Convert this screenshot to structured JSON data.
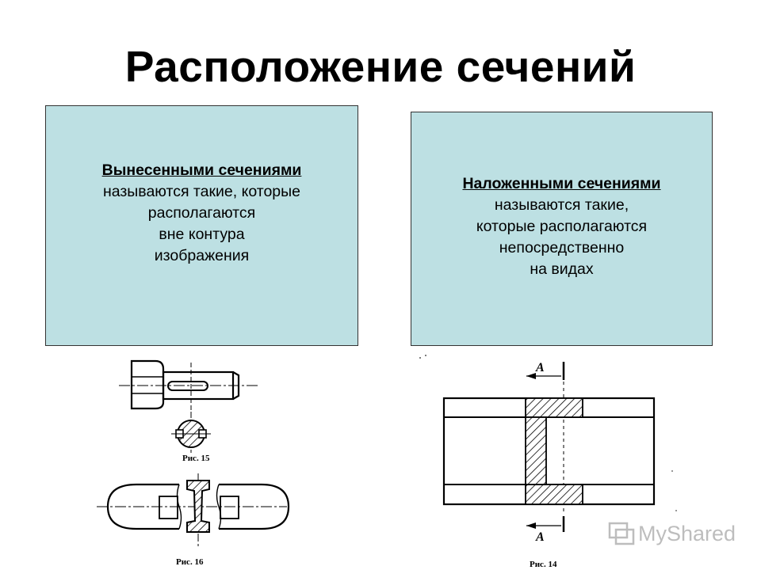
{
  "title": "Расположение сечений",
  "left_box": {
    "term": "Вынесенными  сечениями",
    "lines": [
      "называются такие, которые",
      "располагаются",
      "вне контура",
      "изображения"
    ]
  },
  "right_box": {
    "term": "Наложенными сечениями",
    "lines": [
      "называются такие,",
      "которые располагаются",
      "непосредственно",
      "на видах"
    ]
  },
  "figures": {
    "fig15_caption": "Рис. 15",
    "fig16_caption": "Рис. 16",
    "fig14_caption": "Рис. 14",
    "section_letter": "А"
  },
  "watermark": {
    "text": "MyShared"
  },
  "colors": {
    "box_fill": "#bde0e3",
    "hatch": "#000000"
  }
}
